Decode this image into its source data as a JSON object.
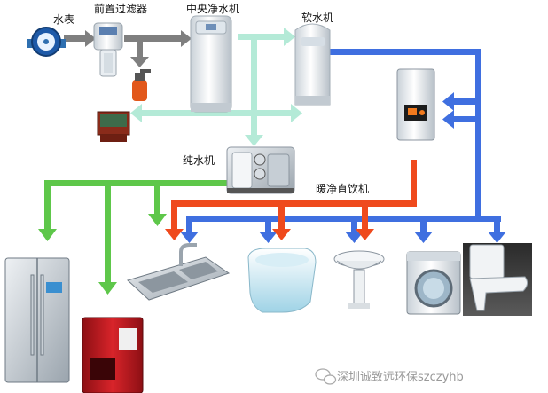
{
  "labels": {
    "water_meter": "水表",
    "pre_filter": "前置过滤器",
    "central_purifier": "中央净水机",
    "softener": "软水机",
    "pure_water_machine": "纯水机",
    "warm_drinker": "暖净直饮机"
  },
  "watermark": {
    "text": "深圳诚致远环保szczyhb",
    "icon": "wechat-icon"
  },
  "colors": {
    "raw_water_arrow": "#7f7f7f",
    "purified_arrow": "#b4ead7",
    "soft_water_arrow": "#3f6fe0",
    "pure_water_arrow": "#5ec74a",
    "hot_water_arrow": "#ef4a1d"
  }
}
